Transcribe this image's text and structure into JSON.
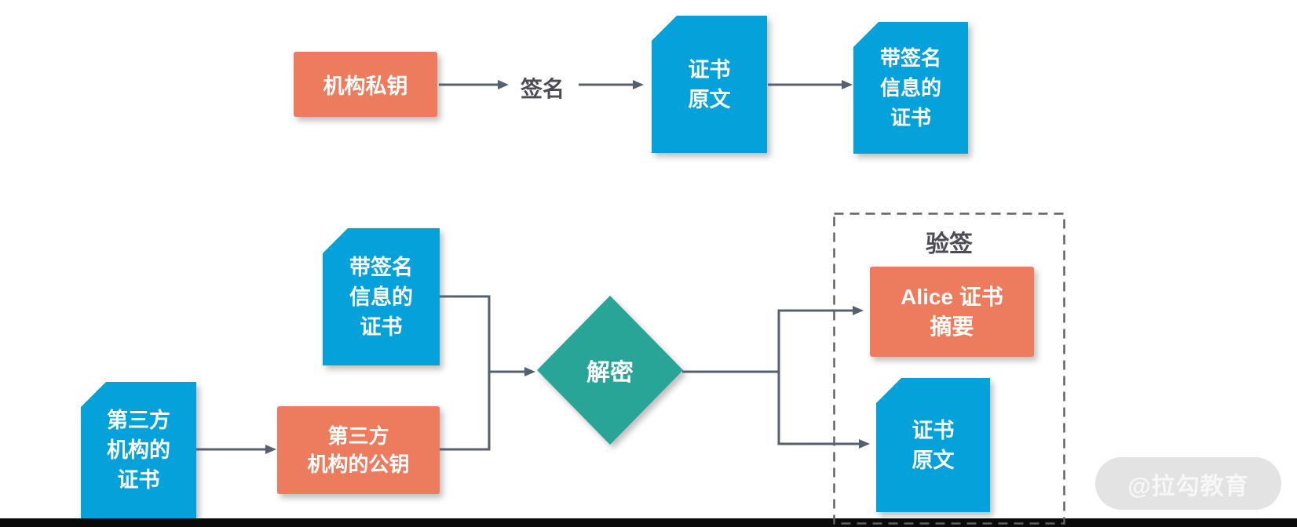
{
  "colors": {
    "blue": "#05A1DA",
    "orange": "#ED7C5F",
    "teal": "#28A596",
    "line": "#57606E",
    "label": "#4C4C54",
    "wm_bg": "#E3E3E3",
    "wm_text": "#F7F7F7",
    "bar": "#0A0A0A",
    "page": "#FFFFFF"
  },
  "diagram": {
    "sign_row": {
      "private_key": "机构私钥",
      "sign_label": "签名",
      "cert_original": [
        "证书",
        "原文"
      ],
      "signed_cert": [
        "带签名",
        "信息的",
        "证书"
      ]
    },
    "verify_row": {
      "signed_cert": [
        "带签名",
        "信息的",
        "证书"
      ],
      "third_party_cert": [
        "第三方",
        "机构的",
        "证书"
      ],
      "third_party_pubkey": [
        "第三方",
        "机构的公钥"
      ],
      "decrypt": "解密",
      "verify_title": "验签",
      "alice_digest": [
        "Alice 证书",
        "摘要"
      ],
      "cert_original": [
        "证书",
        "原文"
      ]
    },
    "watermark": "@拉勾教育"
  }
}
